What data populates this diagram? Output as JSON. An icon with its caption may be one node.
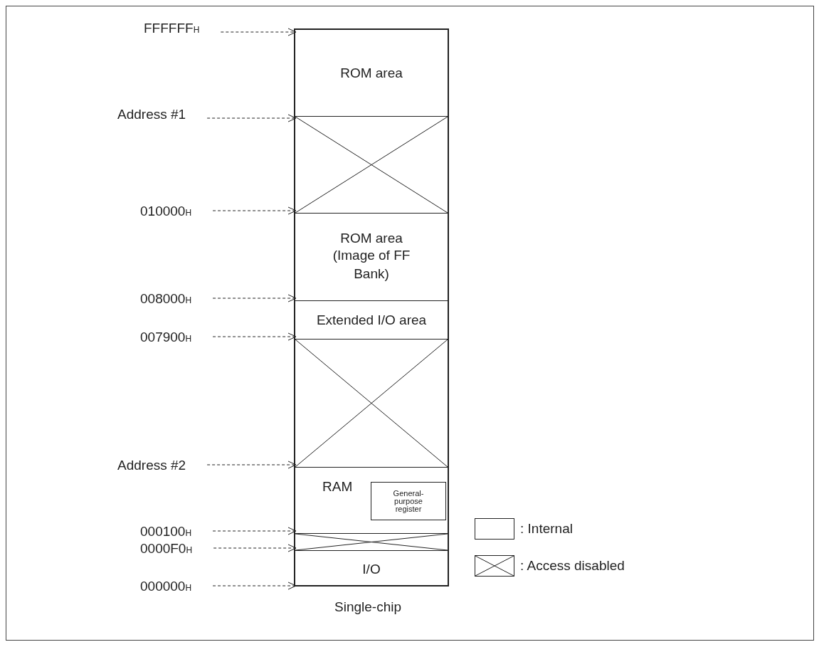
{
  "diagram": {
    "caption": "Single-chip",
    "nodes": [
      {
        "text": [
          "ROM area"
        ]
      },
      {
        "text": [],
        "shape": "box"
      },
      {
        "text": [
          "ROM area",
          "(Image of FF Bank)"
        ]
      },
      {
        "text": [
          "Extended I/O area"
        ]
      },
      {
        "text": [],
        "shape": "box"
      },
      {
        "text": [
          "RAM"
        ]
      },
      {
        "text": [
          "General-purpose register"
        ],
        "in": 5
      },
      {
        "text": [],
        "shape": "box"
      },
      {
        "text": [
          "I/O"
        ]
      },
      {
        "text": [
          "FFFFFF$_{H}$"
        ]
      },
      {
        "text": [
          "Address #1"
        ]
      },
      {
        "text": [
          "010000$_{H}$"
        ]
      },
      {
        "text": [
          "008000$_{H}$"
        ]
      },
      {
        "text": [
          "007900$_{H}$"
        ]
      },
      {
        "text": [
          "Address #2"
        ]
      },
      {
        "text": [
          "000100$_{H}$"
        ]
      },
      {
        "text": [
          "0000F0$_{H}$"
        ]
      },
      {
        "text": [
          "000000$_{H}$"
        ]
      }
    ],
    "edges": [
      {
        "from": 9,
        "to": 0,
        "arrow": "to",
        "style": "dashed"
      },
      {
        "from": 10,
        "to": 1,
        "arrow": "to",
        "style": "dashed"
      },
      {
        "from": 11,
        "to": 1,
        "arrow": "to",
        "style": "dashed"
      },
      {
        "from": 12,
        "to": 2,
        "arrow": "to",
        "style": "dashed"
      },
      {
        "from": 13,
        "to": 3,
        "arrow": "to",
        "style": "dashed"
      },
      {
        "from": 14,
        "to": 4,
        "arrow": "to",
        "style": "dashed"
      },
      {
        "from": 15,
        "to": 5,
        "arrow": "to",
        "style": "dashed"
      },
      {
        "from": 16,
        "to": 7,
        "arrow": "to",
        "style": "dashed"
      },
      {
        "from": 17,
        "to": 8,
        "arrow": "to",
        "style": "dashed"
      }
    ],
    "legend": [
      {
        "text": ": Internal"
      },
      {
        "text": ": Access disabled"
      }
    ]
  }
}
